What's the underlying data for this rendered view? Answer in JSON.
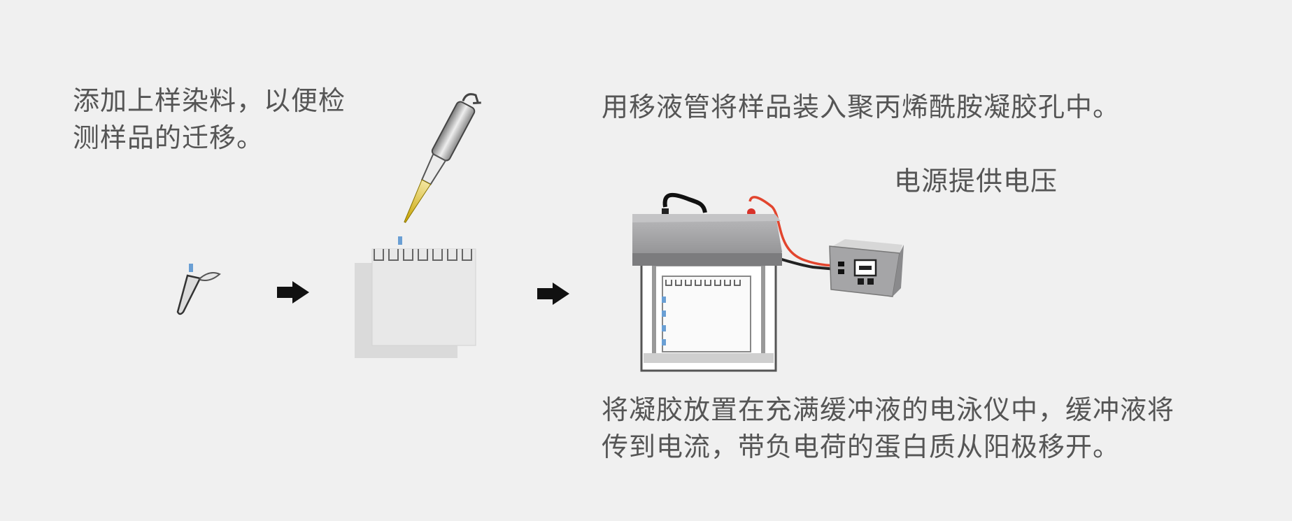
{
  "captions": {
    "dye": {
      "line1": "添加上样染料，以便检",
      "line2": "测样品的迁移。"
    },
    "load": "用移液管将样品装入聚丙烯酰胺凝胶孔中。",
    "power": "电源提供电压",
    "run": {
      "line1": "将凝胶放置在充满缓冲液的电泳仪中，缓冲液将",
      "line2": "传到电流，带负电荷的蛋白质从阳极移开。"
    }
  },
  "colors": {
    "background": "#f0f0f0",
    "text": "#555555",
    "sample_blue": "#6a9fd4",
    "pipette_tip": "#d8b200",
    "lid_gray": "#8f8f91",
    "red_wire": "#e2452e",
    "arrow": "#111111"
  }
}
